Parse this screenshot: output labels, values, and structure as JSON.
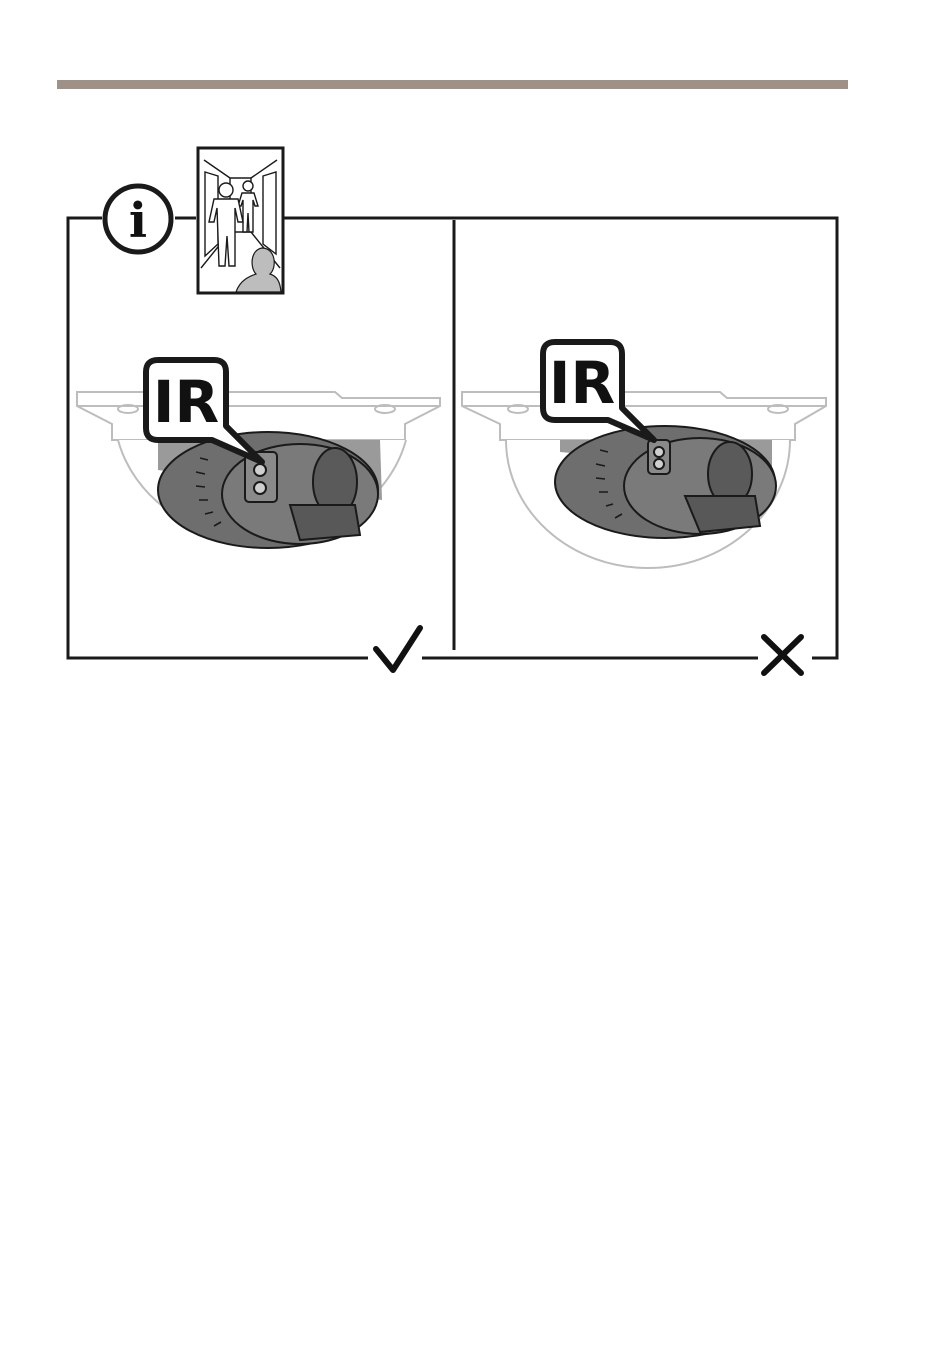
{
  "colors": {
    "header_rule": "#9e9186",
    "frame": "#1a1a1a",
    "dome_outline": "#bdbdbd",
    "ir_zone_fill": "#9a9a9a",
    "camera_body": "#6e6e6e"
  },
  "info_badge": {
    "icon": "info-icon",
    "label": "i"
  },
  "scene_thumbnail": {
    "icon": "corridor-people-scene"
  },
  "panels": [
    {
      "id": "correct",
      "ir_label": "IR",
      "verdict_icon": "check-icon"
    },
    {
      "id": "incorrect",
      "ir_label": "IR",
      "verdict_icon": "cross-icon"
    }
  ]
}
